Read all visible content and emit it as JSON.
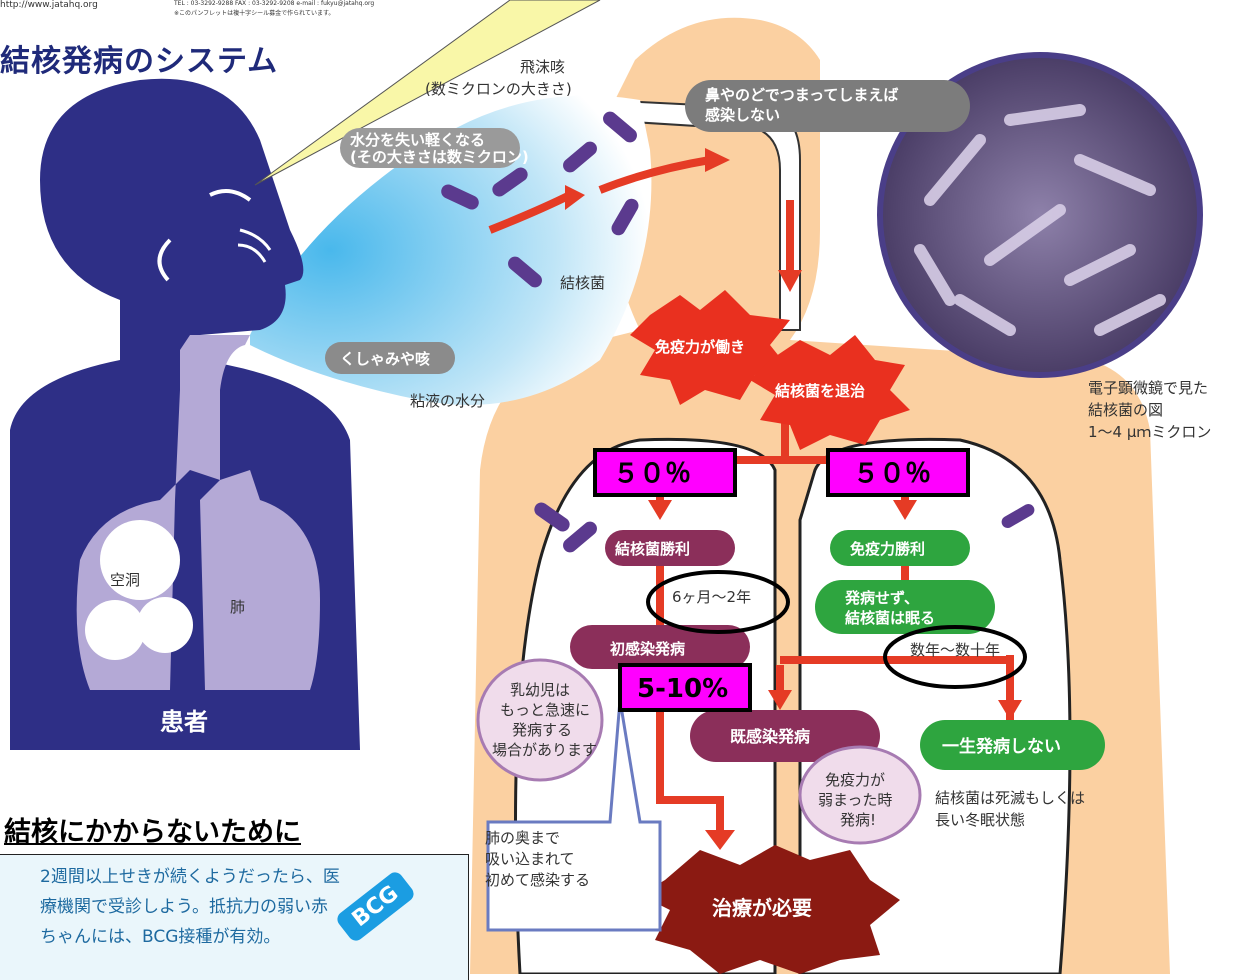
{
  "header": {
    "url": "http://www.jatahq.org",
    "contact": "TEL : 03-3292-9288  FAX : 03-3292-9208  e-mail : fukyu@jatahq.org",
    "note": "※このパンフレットは複十字シール募金で作られています。"
  },
  "section_title": "結核発病のシステム",
  "droplet_labels": {
    "spray": "飛沫咳",
    "spray_size": "(数ミクロンの大きさ)",
    "lose_water": "水分を失い軽くなる",
    "lose_water_size": "(その大きさは数ミクロン)",
    "bacteria": "結核菌",
    "sneeze": "くしゃみや咳",
    "mucus": "粘液の水分"
  },
  "patient": {
    "cavity": "空洞",
    "lung": "肺",
    "label": "患者"
  },
  "nose_note": [
    "鼻やのどでつまってしまえば",
    "感染しない"
  ],
  "microscope_caption": [
    "電子顕微鏡で見た",
    "結核菌の図",
    "1〜4 μｍミクロン"
  ],
  "immune": {
    "works": "免疫力が働き",
    "repel": "結核菌を退治"
  },
  "percentages": {
    "left": "５０％",
    "right": "５０％",
    "primary": "5-10%"
  },
  "branches": {
    "bacteria_win": "結核菌勝利",
    "immune_win": "免疫力勝利",
    "no_onset": [
      "発病せず、",
      "結核菌は眠る"
    ],
    "time_left": "6ヶ月〜2年",
    "time_right": "数年〜数十年",
    "primary_onset": "初感染発病",
    "infant_note": [
      "乳幼児は",
      "もっと急速に",
      "発病する",
      "場合があります"
    ],
    "secondary_onset": "既感染発病",
    "weak_immune": [
      "免疫力が",
      "弱まった時",
      "発病!"
    ],
    "never_onset": "一生発病しない",
    "dormant": [
      "結核菌は死滅もしくは",
      "長い冬眠状態"
    ],
    "deep_lung": [
      "肺の奥まで",
      "吸い込まれて",
      "初めて感染する"
    ],
    "treatment": "治療が必要"
  },
  "prevention": {
    "heading": "結核にかからないために",
    "body": "2週間以上せきが続くようだったら、医療機関で受診しよう。抵抗力の弱い赤ちゃんには、BCG接種が有効。",
    "badge": "BCG"
  },
  "colors": {
    "body": "#fbd0a1",
    "patient": "#2e2f86",
    "lung_light": "#b4a9d6",
    "arrow": "#e53b25",
    "star": "#e9301f",
    "maroon": "#8b2f5a",
    "green": "#2ea53f",
    "pct_box": "#ff00ff",
    "bacteria": "#5b3a8e",
    "micro": "#6b5b88",
    "callout": "#f9f7a8"
  }
}
